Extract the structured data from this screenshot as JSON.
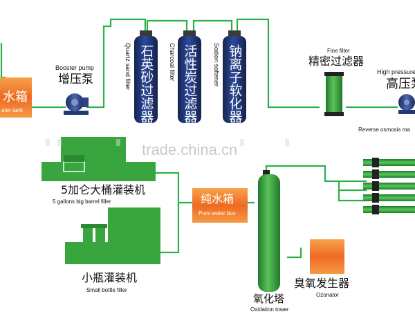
{
  "colors": {
    "pipe": "#2bb04a",
    "filter_tank": "#1c2f6e",
    "machine": "#39a53f",
    "orange_box": "#f0742a",
    "pump": "#223a72"
  },
  "labels": {
    "raw_tank_cn": "水箱",
    "raw_tank_en": "ater tank",
    "booster_pump_en": "Booster pump",
    "booster_pump_cn": "增压泵",
    "quartz_en": "Quartz sand filter",
    "quartz_cn": "石英砂过滤器",
    "charcoal_en": "Charcoal filter",
    "charcoal_cn": "活性炭过滤器",
    "softener_en": "Sodion softener",
    "softener_cn": "钠离子软化器",
    "fine_filter_en": "Fine filter",
    "fine_filter_cn": "精密过滤器",
    "hp_pump_en": "High pressure",
    "hp_pump_cn": "高压泵",
    "ro_en": "Reverse osmosis ma",
    "watermark": "trade.china.cn",
    "barrel_filler_cn": "5加仑大桶灌装机",
    "barrel_filler_en": "5 gallons big barrel filler",
    "pure_box_cn": "纯水箱",
    "pure_box_en": "Pure water box",
    "bottle_filler_cn": "小瓶灌装机",
    "bottle_filler_en": "Small bottle filler",
    "ozonator_cn": "臭氧发生器",
    "ozonator_en": "Ozonator",
    "oxidation_cn": "氧化塔",
    "oxidation_en": "Oxidation tower"
  }
}
